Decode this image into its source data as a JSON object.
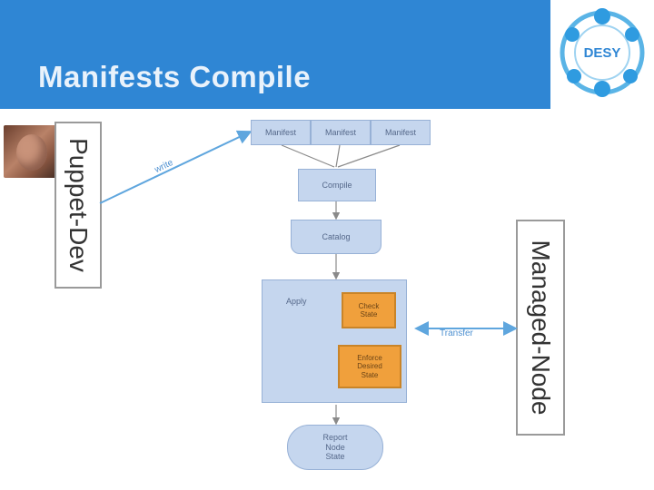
{
  "slide": {
    "title": "Manifests Compile"
  },
  "logo": {
    "text": "DESY",
    "colors": {
      "ring": "#5ab4e6",
      "dot": "#2f9be0"
    }
  },
  "actors": {
    "left_label": "Puppet-Dev",
    "right_label": "Managed-Node"
  },
  "flow": {
    "manifests": [
      "Manifest",
      "Manifest",
      "Manifest"
    ],
    "compile": "Compile",
    "catalog": "Catalog",
    "apply_container": "Apply",
    "inner_top": "Check\nState",
    "inner_bottom": "Enforce\nDesired\nState",
    "bottom": "Report\nNode\nState"
  },
  "edges": {
    "write": "write",
    "transfer": "Transfer"
  },
  "colors": {
    "header": "#2f86d4",
    "node_fill": "#c5d6ee",
    "orange": "#f0a03c",
    "edge": "#5fa6de"
  }
}
